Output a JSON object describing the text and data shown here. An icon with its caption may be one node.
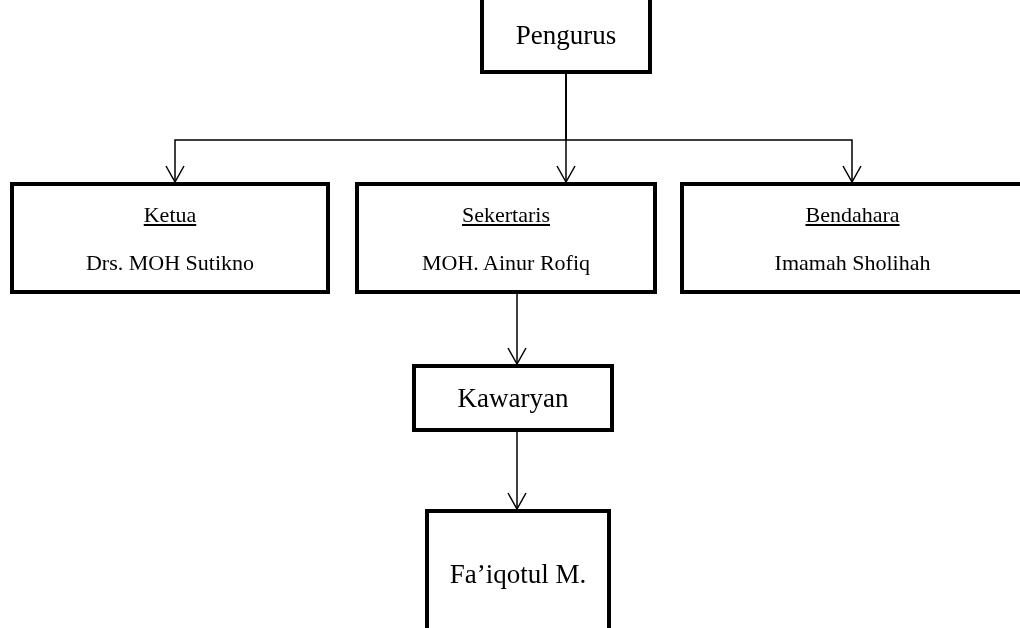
{
  "diagram": {
    "nodes": [
      {
        "text": [
          "Pengurus"
        ]
      },
      {
        "text": [
          "Ketua",
          "Drs. MOH Sutikno"
        ]
      },
      {
        "text": [
          "Sekertaris",
          "MOH. Ainur Rofiq"
        ]
      },
      {
        "text": [
          "Bendahara",
          "Imamah Sholihah"
        ]
      },
      {
        "text": [
          "Kawaryan"
        ]
      },
      {
        "text": [
          "Fa’iqotul M."
        ]
      }
    ],
    "edges": [
      {
        "from": 0,
        "to": 1,
        "arrow": "to"
      },
      {
        "from": 0,
        "to": 2,
        "arrow": "to"
      },
      {
        "from": 0,
        "to": 3,
        "arrow": "to"
      },
      {
        "from": 2,
        "to": 4,
        "arrow": "to"
      },
      {
        "from": 4,
        "to": 5,
        "arrow": "to"
      }
    ]
  }
}
